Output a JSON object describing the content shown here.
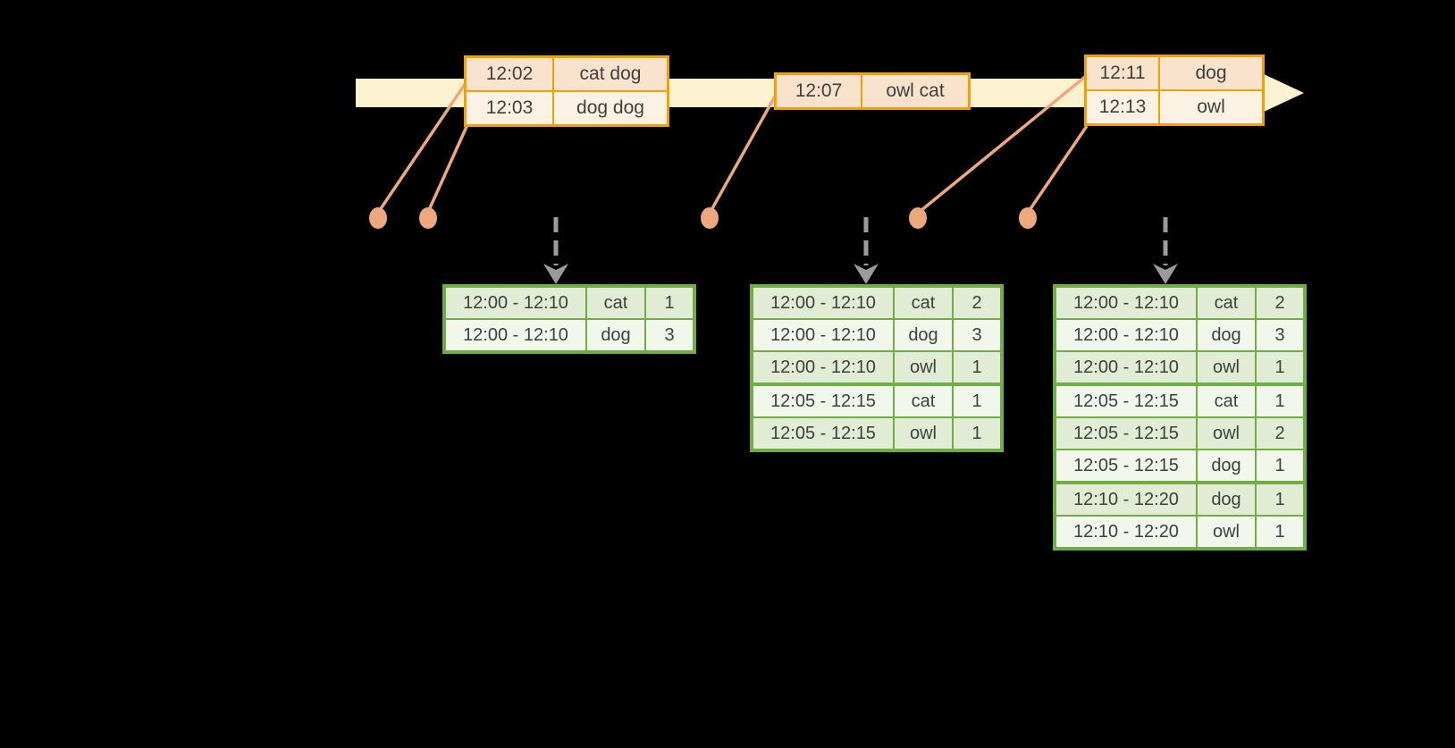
{
  "colors": {
    "background": "#000000",
    "timeline_fill": "#FCF2CF",
    "event_table_border": "#F0A202",
    "event_row_fill_first": "#FAE3CD",
    "event_row_fill_second": "#FCF2E4",
    "connector": "#EDA87E",
    "trigger_arrow": "#9B9B9B",
    "result_table_border": "#70AD47",
    "result_row_fill_odd": "#E0EDD4",
    "result_row_fill_even": "#F2F7EC",
    "text": "#3F3F3F"
  },
  "icons": {
    "timeline_arrowhead": "right-arrowhead-icon",
    "trigger_arrow": "dashed-down-arrow-icon",
    "event_marker": "event-dot-icon"
  },
  "event_tables": [
    {
      "rows": [
        {
          "time": "12:02",
          "words": "cat dog"
        },
        {
          "time": "12:03",
          "words": "dog dog"
        }
      ]
    },
    {
      "rows": [
        {
          "time": "12:07",
          "words": "owl cat"
        }
      ]
    },
    {
      "rows": [
        {
          "time": "12:11",
          "words": "dog"
        },
        {
          "time": "12:13",
          "words": "owl"
        }
      ]
    }
  ],
  "result_tables": [
    {
      "rows": [
        {
          "window": "12:00 - 12:10",
          "word": "cat",
          "count": "1"
        },
        {
          "window": "12:00 - 12:10",
          "word": "dog",
          "count": "3"
        }
      ]
    },
    {
      "rows": [
        {
          "window": "12:00 - 12:10",
          "word": "cat",
          "count": "2"
        },
        {
          "window": "12:00 - 12:10",
          "word": "dog",
          "count": "3"
        },
        {
          "window": "12:00 - 12:10",
          "word": "owl",
          "count": "1"
        },
        {
          "window": "12:05 - 12:15",
          "word": "cat",
          "count": "1"
        },
        {
          "window": "12:05 - 12:15",
          "word": "owl",
          "count": "1"
        }
      ]
    },
    {
      "rows": [
        {
          "window": "12:00 - 12:10",
          "word": "cat",
          "count": "2"
        },
        {
          "window": "12:00 - 12:10",
          "word": "dog",
          "count": "3"
        },
        {
          "window": "12:00 - 12:10",
          "word": "owl",
          "count": "1"
        },
        {
          "window": "12:05 - 12:15",
          "word": "cat",
          "count": "1"
        },
        {
          "window": "12:05 - 12:15",
          "word": "owl",
          "count": "2"
        },
        {
          "window": "12:05 - 12:15",
          "word": "dog",
          "count": "1"
        },
        {
          "window": "12:10 - 12:20",
          "word": "dog",
          "count": "1"
        },
        {
          "window": "12:10 - 12:20",
          "word": "owl",
          "count": "1"
        }
      ]
    }
  ]
}
